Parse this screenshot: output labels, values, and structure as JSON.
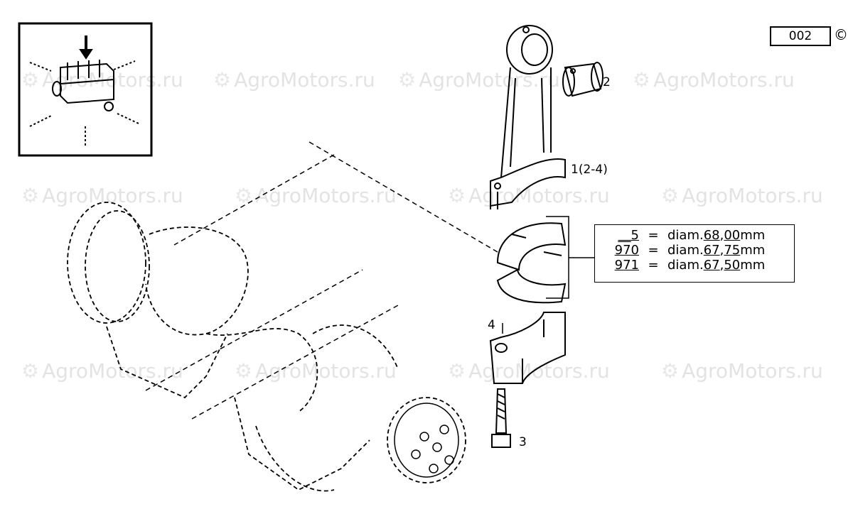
{
  "diagram": {
    "watermark": "AgroMotors.ru",
    "sheet_code": "002",
    "copyright_symbol": "©",
    "callouts": [
      {
        "id": "1",
        "label": "1(2-4)"
      },
      {
        "id": "2",
        "label": "2"
      },
      {
        "id": "3",
        "label": "3"
      },
      {
        "id": "4",
        "label": "4"
      }
    ],
    "bearing_table": {
      "rows": [
        {
          "code": "__5",
          "eq": "=",
          "prefix": "diam.",
          "int": "68",
          "sep": ",",
          "dec": "00",
          "unit": "mm"
        },
        {
          "code": "970",
          "eq": "=",
          "prefix": "diam.",
          "int": "67",
          "sep": ",",
          "dec": "75",
          "unit": "mm"
        },
        {
          "code": "971",
          "eq": "=",
          "prefix": "diam.",
          "int": "67",
          "sep": ",",
          "dec": "50",
          "unit": "mm"
        }
      ]
    }
  }
}
